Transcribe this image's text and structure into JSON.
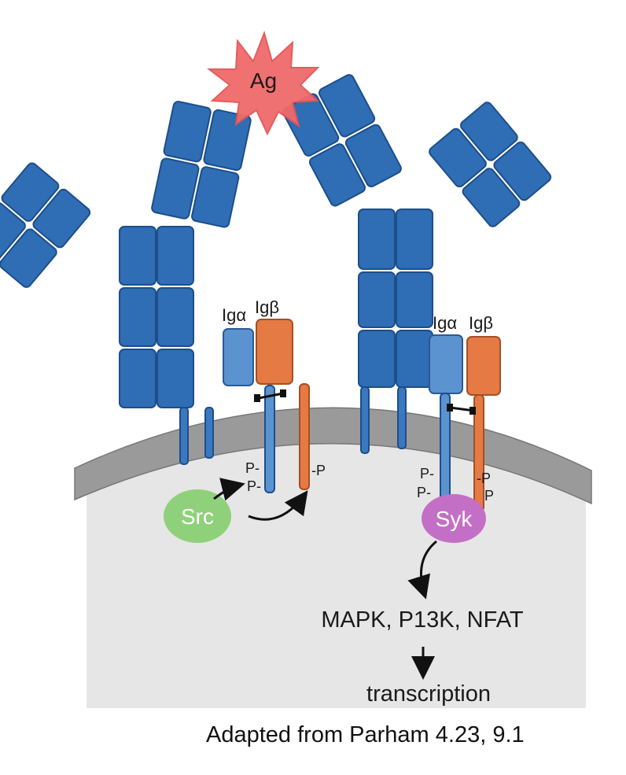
{
  "labels": {
    "antigen": "Ag",
    "iga_left": "Igα",
    "igb_left": "Igβ",
    "iga_right": "Igα",
    "igb_right": "Igβ",
    "src": "Src",
    "syk": "Syk",
    "p_left_1": "P-",
    "p_left_2": "P-",
    "p_left_3": "-P",
    "p_right_1": "P-",
    "p_right_2": "P-",
    "p_right_3": "-P",
    "p_right_4": "P",
    "pathways": "MAPK, P13K, NFAT",
    "transcription": "transcription",
    "credit": "Adapted from Parham 4.23, 9.1"
  },
  "colors": {
    "antibody": "#2f6db5",
    "iga": "#5b93d0",
    "igb": "#e57a45",
    "antigen": "#f06a6a",
    "src": "#8fd17a",
    "syk": "#c46fc6",
    "membrane": "#9a9a9a",
    "cytoplasm": "#e6e6e6"
  }
}
